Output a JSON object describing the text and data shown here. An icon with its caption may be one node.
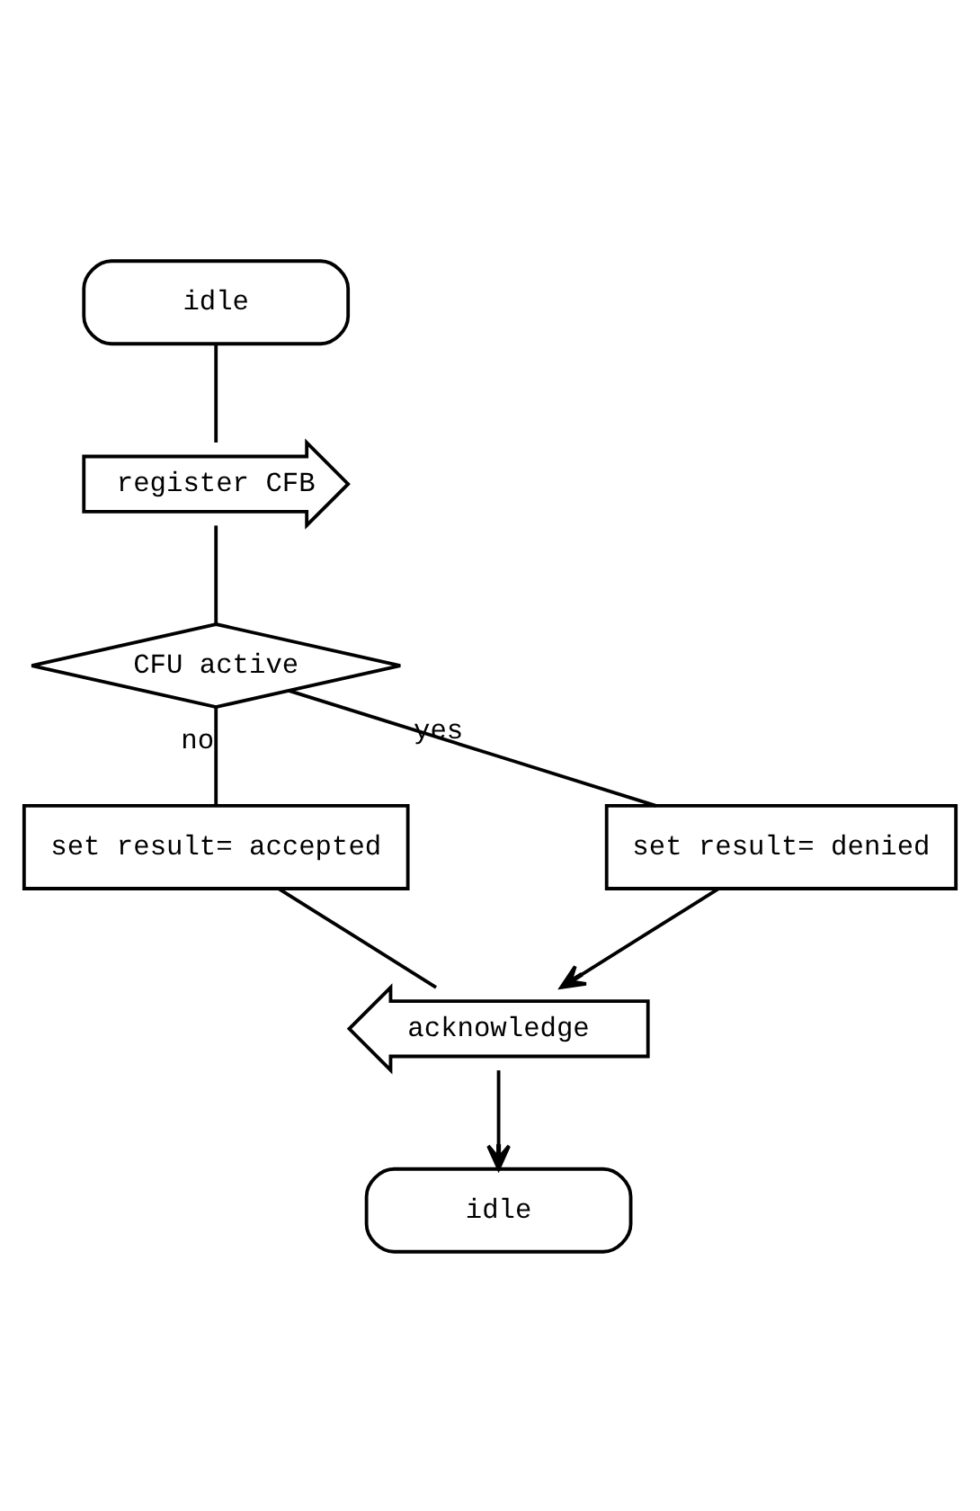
{
  "diagram": {
    "nodes": [
      {
        "text": [
          "idle"
        ]
      },
      {
        "text": [
          "register CFB"
        ]
      },
      {
        "text": [
          "CFU active"
        ]
      },
      {
        "text": [
          "set result= accepted"
        ]
      },
      {
        "text": [
          "set result= denied"
        ]
      },
      {
        "text": [
          "acknowledge"
        ]
      },
      {
        "text": [
          "idle"
        ]
      }
    ],
    "edges": [
      {
        "from": 0,
        "to": 1,
        "arrow": "none"
      },
      {
        "from": 1,
        "to": 2,
        "arrow": "none"
      },
      {
        "from": 2,
        "to": 3,
        "label": "no",
        "arrow": "none"
      },
      {
        "from": 2,
        "to": 4,
        "label": "yes",
        "arrow": "none"
      },
      {
        "from": 3,
        "to": 5,
        "arrow": "none"
      },
      {
        "from": 4,
        "to": 5,
        "arrow": "to"
      },
      {
        "from": 5,
        "to": 6,
        "arrow": "to"
      }
    ]
  }
}
